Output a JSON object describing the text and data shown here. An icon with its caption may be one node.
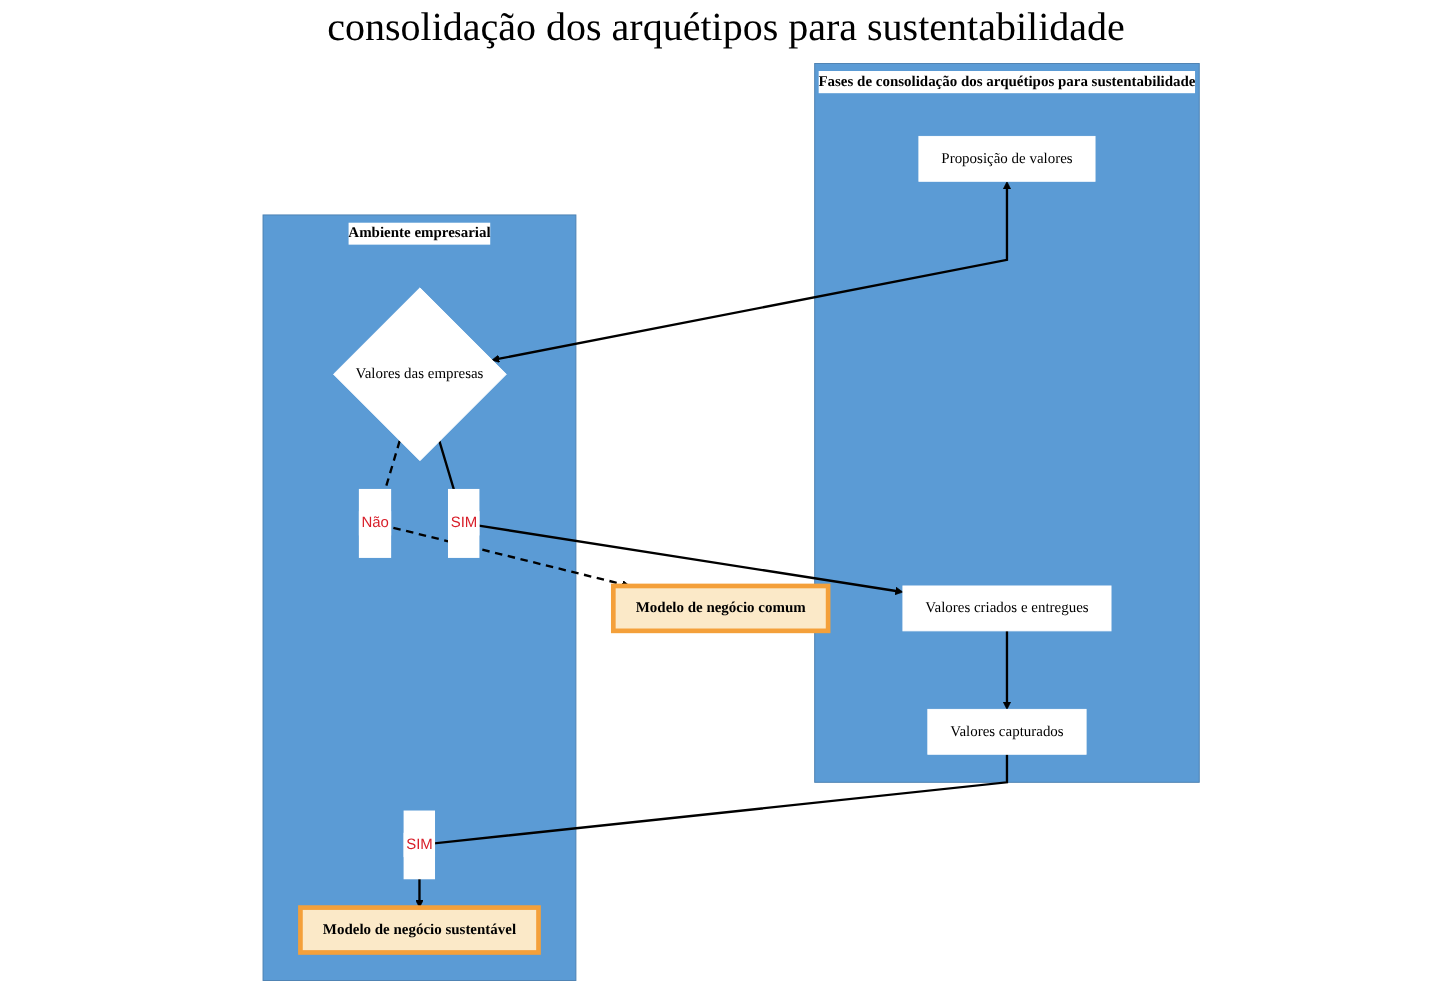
{
  "diagram": {
    "title": "consolidação dos arquétipos para sustentabilidade",
    "nodes": [
      {
        "text": [
          "Fases de consolidação dos arquétipos para sustentabilidade"
        ]
      },
      {
        "text": [
          "Ambiente empresarial"
        ]
      },
      {
        "text": [
          "Proposição de valores"
        ],
        "in": 0
      },
      {
        "text": [
          "Valores das empresas"
        ],
        "in": 1
      },
      {
        "text": [
          "Modelo de negócio comum"
        ]
      },
      {
        "text": [
          "Valores criados e entregues"
        ],
        "in": 0
      },
      {
        "text": [
          "Valores capturados"
        ],
        "in": 0
      },
      {
        "text": [
          "Modelo de negócio sustentável"
        ],
        "in": 1
      }
    ],
    "edges": [
      {
        "from": 2,
        "to": 3,
        "arrow": "both"
      },
      {
        "from": 3,
        "to": 4,
        "arrow": "to",
        "label": "Não",
        "style": "dashed"
      },
      {
        "from": 3,
        "to": 5,
        "arrow": "to",
        "label": "SIM"
      },
      {
        "from": 5,
        "to": 6,
        "arrow": "to"
      },
      {
        "from": 6,
        "to": 7,
        "arrow": "to",
        "label": "SIM"
      }
    ]
  }
}
